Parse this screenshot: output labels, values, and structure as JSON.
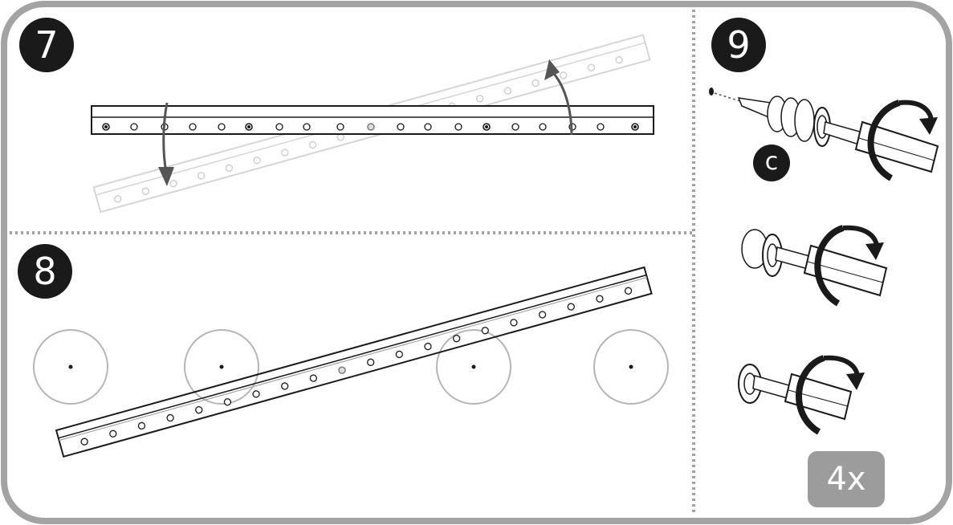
{
  "steps": {
    "step7": "7",
    "step8": "8",
    "step9": "9"
  },
  "step9": {
    "part_label": "c",
    "quantity": "4x"
  },
  "colors": {
    "frame": "#a3a3a3",
    "ink": "#1a1a1a",
    "ghost": "#d9d9d9",
    "badge_dark": "#1a1a1a",
    "badge_grey": "#9c9c9c",
    "stud_circle": "#b5b5b5"
  },
  "icons": [
    "rotate-arrow-icon",
    "screwdriver-icon",
    "wall-anchor-icon",
    "screw-icon",
    "stud-marker-icon"
  ]
}
